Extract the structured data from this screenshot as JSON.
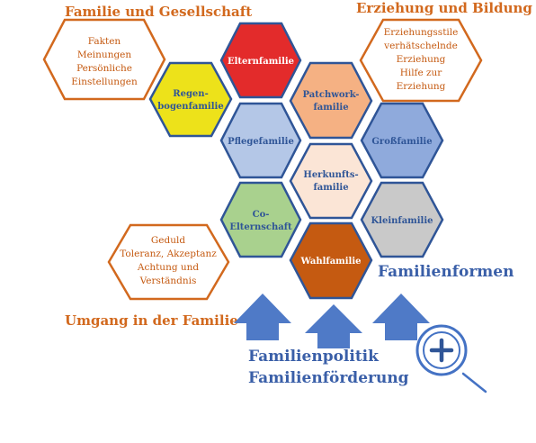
{
  "headings": {
    "top_left": "Familie und Gesellschaft",
    "top_right": "Erziehung und Bildung",
    "bottom_left": "Umgang in der Familie",
    "familienformen": "Familienformen",
    "policy_line1": "Familienpolitik",
    "policy_line2": "Familienförderung"
  },
  "callouts": {
    "left_top": [
      "Fakten",
      "Meinungen",
      "Persönliche",
      "Einstellungen"
    ],
    "right_top": [
      "Erziehungsstile",
      "verhätschelnde",
      "Erziehung",
      "Hilfe zur",
      "Erziehung"
    ],
    "left_bottom": [
      "Geduld",
      "Toleranz, Akzeptanz",
      "Achtung und",
      "Verständnis"
    ]
  },
  "hexagons": {
    "elternfamilie": [
      "Elternfamilie"
    ],
    "regenbogen": [
      "Regen-",
      "bogenfamilie"
    ],
    "patchwork": [
      "Patchwork-",
      "familie"
    ],
    "pflege": [
      "Pflegefamilie"
    ],
    "gross": [
      "Großfamilie"
    ],
    "herkunft": [
      "Herkunfts-",
      "familie"
    ],
    "coeltern": [
      "Co-",
      "Elternschaft"
    ],
    "klein": [
      "Kleinfamilie"
    ],
    "wahl": [
      "Wahlfamilie"
    ]
  },
  "colors": {
    "accent_orange": "#d2691e",
    "title_blue": "#3a5fa8",
    "hex_border": "#2f5597",
    "arrow_blue": "#4f7ac7",
    "elternfamilie": "#e32b2b",
    "regenbogen": "#ede21a",
    "patchwork": "#f5b183",
    "pflege": "#b4c7e7",
    "gross": "#8faadc",
    "herkunft": "#fbe5d6",
    "coeltern": "#a9d18e",
    "klein": "#c9c9c9",
    "wahl": "#c55a11"
  },
  "icons": {
    "zoom": "zoom-in-icon",
    "arrows": "arrow-up-icon"
  }
}
